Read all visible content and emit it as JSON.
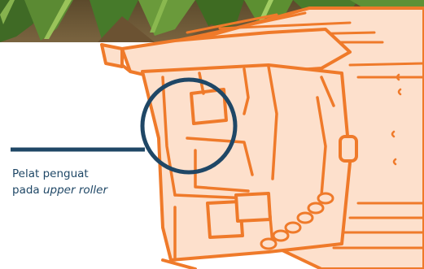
{
  "callout": {
    "line1": "Pelat penguat",
    "line2_prefix": "pada ",
    "line2_term": "upper roller"
  },
  "colors": {
    "outline": "#ef7a2a",
    "fill": "#fde0cc",
    "callout": "#1f4766",
    "label_text": "#1f4766",
    "photo_green": "#4c7a2e",
    "photo_soil": "#6b5232"
  },
  "icons": {
    "magnifier": "highlight-circle",
    "photo": "crop-background-photo"
  }
}
